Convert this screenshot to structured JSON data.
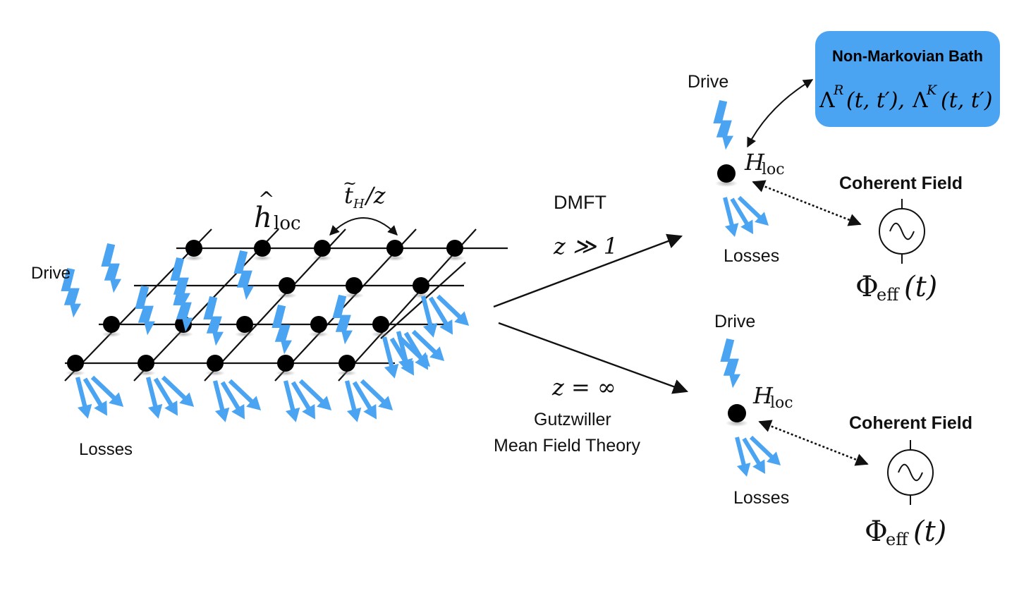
{
  "lattice": {
    "drive_label": "Drive",
    "losses_label": "Losses",
    "h_symbol": "h",
    "h_hat": "^",
    "h_sub": "loc",
    "hop_t": "t",
    "hop_tilde": "~",
    "hop_t_sub": "H",
    "hop_suffix": "/z"
  },
  "dmft_branch": {
    "method_label": "DMFT",
    "condition": "z ≫ 1",
    "drive_label": "Drive",
    "losses_label": "Losses",
    "h_symbol": "H",
    "h_sub": "loc",
    "bath_title": "Non-Markovian Bath",
    "bath_formula_1": "Λ",
    "bath_sup_1": "R",
    "bath_args_1": "(t, t′), ",
    "bath_formula_2": "Λ",
    "bath_sup_2": "K",
    "bath_args_2": "(t, t′)",
    "field_title": "Coherent Field",
    "phi_symbol": "Φ",
    "phi_sub": "eff",
    "phi_args": "(t)",
    "bath_color": "#4aa4f2"
  },
  "gutzwiller_branch": {
    "condition": "z = ∞",
    "method_line1": "Gutzwiller",
    "method_line2": "Mean Field Theory",
    "drive_label": "Drive",
    "losses_label": "Losses",
    "h_symbol": "H",
    "h_sub": "loc",
    "field_title": "Coherent Field",
    "phi_symbol": "Φ",
    "phi_sub": "eff",
    "phi_args": "(t)"
  },
  "colors": {
    "accent_blue": "#4aa4f2",
    "ink": "#111111"
  }
}
